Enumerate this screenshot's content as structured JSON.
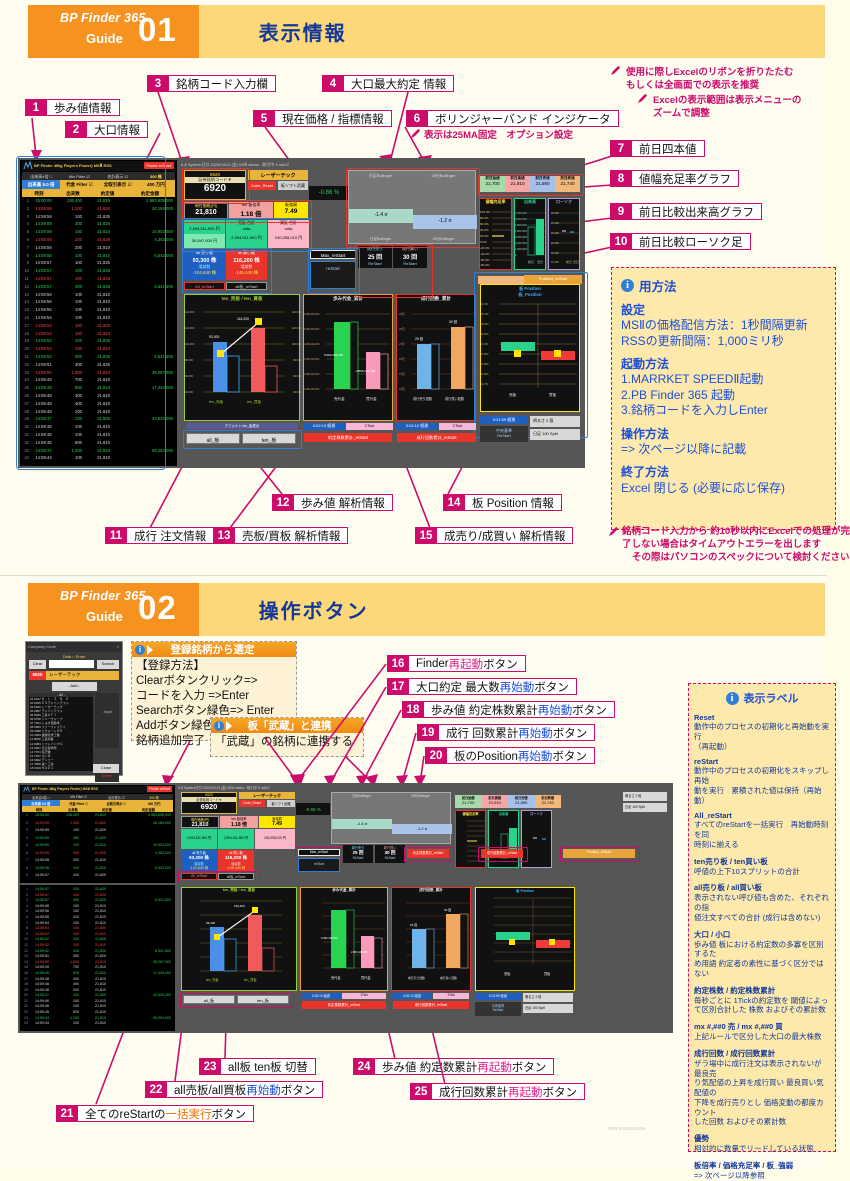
{
  "sections": [
    {
      "brand": "BP Finder 365",
      "guide_label": "Guide",
      "guide_number": "01",
      "title": "表示情報"
    },
    {
      "brand": "BP Finder 365",
      "guide_label": "Guide",
      "guide_number": "02",
      "title": "操作ボタン"
    }
  ],
  "callouts_01": [
    {
      "no": "1",
      "text": "歩み値情報"
    },
    {
      "no": "2",
      "text": "大口情報"
    },
    {
      "no": "3",
      "text": "銘柄コード入力欄"
    },
    {
      "no": "4",
      "text": "大口最大約定 情報"
    },
    {
      "no": "5",
      "text": "現在価格 / 指標情報"
    },
    {
      "no": "6",
      "text": "ボリンジャーバンド インジケータ"
    },
    {
      "no": "7",
      "text": "前日四本値"
    },
    {
      "no": "8",
      "text": "値幅充足率グラフ"
    },
    {
      "no": "9",
      "text": "前日比較出来高グラフ"
    },
    {
      "no": "10",
      "text": "前日比較ローソク足"
    },
    {
      "no": "11",
      "text": "成行 注文情報"
    },
    {
      "no": "12",
      "text": "歩み値 解析情報"
    },
    {
      "no": "13",
      "text": "売板/買板 解析情報"
    },
    {
      "no": "14",
      "text": "板 Position 情報"
    },
    {
      "no": "15",
      "text": "成売り/成買い 解析情報"
    }
  ],
  "callouts_02": [
    {
      "no": "16",
      "text": "Finder ",
      "accent": "再起動",
      "accent_color": "pink",
      "tail": "ボタン"
    },
    {
      "no": "17",
      "text": "大口約定 最大数 ",
      "accent": "再始動",
      "accent_color": "blue",
      "tail": "ボタン"
    },
    {
      "no": "18",
      "text": "歩み値 約定株数累計 ",
      "accent": "再始動",
      "accent_color": "blue",
      "tail": "ボタン"
    },
    {
      "no": "19",
      "text": "成行 回数累計 ",
      "accent": "再始動",
      "accent_color": "blue",
      "tail": "ボタン"
    },
    {
      "no": "20",
      "text": "板のPosition ",
      "accent": "再始動",
      "accent_color": "blue",
      "tail": "ボタン"
    },
    {
      "no": "21",
      "text": "全てのreStartの ",
      "accent": "一括実行",
      "accent_color": "orange",
      "tail": "ボタン"
    },
    {
      "no": "22",
      "text": "all売板/all買板 ",
      "accent": "再始動",
      "accent_color": "blue",
      "tail": "ボタン"
    },
    {
      "no": "23",
      "text": "all板 ten板 切替",
      "accent": "",
      "accent_color": "",
      "tail": ""
    },
    {
      "no": "24",
      "text": "歩み値 約定数累計 ",
      "accent": "再起動",
      "accent_color": "pink",
      "tail": "ボタン"
    },
    {
      "no": "25",
      "text": "成行回数累計 ",
      "accent": "再起動",
      "accent_color": "pink",
      "tail": "ボタン"
    }
  ],
  "pen_notes_01": [
    "使用に際しExcelのリボンを折りたたむ",
    "もしくは全画面での表示を推奨",
    "Excelの表示範囲は表示メニューの",
    "ズームで調整",
    "表示は25MA固定　オプション設定"
  ],
  "pen_notes_bottom_01": [
    "銘柄コード入力から 約10秒以内にExcelでの処理が完",
    "了しない場合はタイムアウトエラーを出します",
    "その際はパソコンのスペックについて検討ください"
  ],
  "info_01": {
    "heading": "用方法",
    "blocks": [
      {
        "title": "設定",
        "lines": [
          "MSⅡの価格配信方法：1秒間隔更新",
          "RSSの更新間隔：1,000ミリ秒"
        ]
      },
      {
        "title": "起動方法",
        "lines": [
          " 1.MARRKET SPEEDⅡ起動",
          " 2.PB Finder 365 起動",
          " 3.銘柄コードを入力しEnter"
        ]
      },
      {
        "title": "操作方法",
        "lines": [
          " => 次ページ以降に記載"
        ]
      },
      {
        "title": "終了方法",
        "lines": [
          " Excel 閉じる (必要に応じ保存)"
        ]
      }
    ]
  },
  "info_02": {
    "heading": "表示ラベル",
    "blocks": [
      {
        "title": "Reset",
        "lines": [
          "動作中のプロセスの初期化と再始動を実行",
          "（再起動）"
        ]
      },
      {
        "title": "reStart",
        "lines": [
          "動作中のプロセスの初期化をスキップし再始",
          "動を実行　累積された値は保持（再始動）"
        ]
      },
      {
        "title": "All_reStart",
        "lines": [
          "すべてのreStartを一括実行　再始動時刻を同",
          "時刻に揃える"
        ]
      },
      {
        "title": "ten売り板 / ten買い板",
        "lines": [
          "呼値の上下10スプリットの合計"
        ]
      },
      {
        "title": "all売り板 / all買い板",
        "lines": [
          "表示されない呼び値も含めた、それぞれの指",
          "値注文すべての合計 (成行は含めない)"
        ]
      },
      {
        "title": "大口 / 小口",
        "lines": [
          "歩み値 板における約定数の多寡を区別するた",
          "め用語 約定者の素性に基づく区分ではない"
        ]
      },
      {
        "title": "約定株数 / 約定株数累計",
        "lines": [
          "毎秒ごとに 1Tickの約定数を 閾値によっ",
          "て区別合計した 株数 およびその累計数"
        ]
      },
      {
        "title": "mx #,##0 売 / mx #,##0 買",
        "lines": [
          "上記ルールで区分した大口の最大株数"
        ]
      },
      {
        "title": "成行回数 / 成行回数累計",
        "lines": [
          "ザラ場中に成行注文は表示されないが 最良売",
          "り気配値の上昇を成行買い 最良買い気配値の",
          "下降を成行売りとし 価格変動の都度カウント",
          "した回数 およびその累計数"
        ]
      },
      {
        "title": "優勢",
        "lines": [
          "相対的に数量でリードしている状態"
        ]
      },
      {
        "title": "板倍率 / 価格充足率 / 板_強弱",
        "lines": [
          " => 次ページ以降参照"
        ]
      }
    ]
  },
  "pop_registered": {
    "header": "登録銘柄から選定",
    "lines": [
      "【登録方法】",
      "Clearボタンクリック=>",
      "コードを入力 =>Enter",
      "Searchボタン緑色=> Enter",
      "Addボタン緑色=> Enter",
      "銘柄追加完了"
    ]
  },
  "pop_musashi": {
    "header": "板「武蔵」と連携",
    "lines": [
      "「武蔵」の銘柄に連携する"
    ]
  },
  "app": {
    "title_bar": "h-8 System日付 2023/04/13 (金)     MSⅡ status : 取引中                          9 ualX2",
    "code_label": "証券銘柄コード▼",
    "code_value": "6920",
    "code_top": "6920",
    "laser_tec": "レーザーテック",
    "musashi": "板ソフト武蔵",
    "current_price_label": "現在価格(円)",
    "current_price": "21,810",
    "ita_bairitsu_label": "ten 板倍率",
    "ita_bairitsu": "1.18 倍",
    "kabu_label": "板強弱",
    "kabu": "7.49",
    "pct": "-0.86 %",
    "sell_total": "2,994,511,900 円",
    "buy_total": "240,055,010 円",
    "mid_total": "30,547,000 円",
    "orders_sell_label": "all 売り板",
    "orders_sell": "93,300 株",
    "orders_buy_label": "all 買い板",
    "orders_buy": "116,200 株",
    "orders_sell_delta": "-104,640 株",
    "orders_buy_delta": "-145,440 株",
    "max_restart": "Max_reStart",
    "restart": "reStart",
    "all_restart": "All_reStart",
    "all_ita_restart": "all板_reStart",
    "cum_restart": "約定株数累計_reStart",
    "count_restart": "成行回数累計_reStart",
    "position_restart": "Position_reStart",
    "naru_sell_count": "25 回",
    "naru_buy_count": "30 回",
    "prev_ohlc_labels": [
      "前日始値",
      "前日高値",
      "前日安値",
      "前日終値"
    ],
    "prev_ohlc_values": [
      "21,700",
      "21,910",
      "21,590",
      "21,740"
    ],
    "chart1_title": "ten_売板 / ten_買板",
    "chart1_x": [
      "ten_売板",
      "ten_買板"
    ],
    "chart2_title": "歩み代金_累計",
    "chart2_x": [
      "売代金",
      "買代金"
    ],
    "chart2_v1": "5,082,449,000",
    "chart2_v2": "2,860,446,000",
    "chart3_title": "成行回数_累計",
    "chart3_x": [
      "成行売り回数",
      "成行買い回数"
    ],
    "chart4_title": "値幅充足率",
    "chart5_title": "出来高",
    "chart5_x": [
      "前日",
      "当日"
    ],
    "chart6_title": "ローソク",
    "chart6_x": [
      "前日",
      "当日"
    ],
    "chart7_title": "板 Position",
    "chart7_sub": "板_Position",
    "chart7_x": [
      "売板",
      "買板"
    ],
    "btn_all_ita": "all_板",
    "btn_ten_ita": "ten_板",
    "timer1": "0:02:13 経過",
    "timer2": "0:02:12 経過",
    "timer3": "0:21:59 経過",
    "bollinger_labels": [
      "日足Bollinger",
      "25分Bollinger"
    ],
    "bollinger_vals": [
      "-1.4 σ",
      "-1.2 σ"
    ],
    "boll_footer": [
      "日足Bollinger",
      "25分Bollinger"
    ],
    "select1": "明るさ 2 段",
    "select2": "日足 100 Split",
    "nakane_restart": "中央基準\nReStart",
    "watermark": "VER-20230413-04"
  },
  "ayumi_rows": [
    {
      "t": "15:00:00",
      "q": "136,400",
      "p": "21,810",
      "a": "2,983,608,000",
      "pc": "g"
    },
    {
      "t": "14:59:59",
      "q": "1,200",
      "p": "21,820",
      "a": "26,184,000",
      "pc": "r"
    },
    {
      "t": "14:59:59",
      "q": "100",
      "p": "21,825",
      "a": "",
      "pc": "w"
    },
    {
      "t": "14:59:59",
      "q": "300",
      "p": "21,825",
      "a": "",
      "pc": "g"
    },
    {
      "t": "14:59:59",
      "q": "100",
      "p": "21,810",
      "a": "10,903,000",
      "pc": "g"
    },
    {
      "t": "14:59:59",
      "q": "200",
      "p": "21,825",
      "a": "4,363,000",
      "pc": "r"
    },
    {
      "t": "14:59:58",
      "q": "200",
      "p": "21,810",
      "a": "",
      "pc": "w"
    },
    {
      "t": "14:59:58",
      "q": "100",
      "p": "21,810",
      "a": "6,543,000",
      "pc": "g"
    },
    {
      "t": "14:59:57",
      "q": "100",
      "p": "21,825",
      "a": "",
      "pc": "w"
    },
    {
      "t": "14:59:57",
      "q": "100",
      "p": "21,825",
      "a": "",
      "pc": "g"
    },
    {
      "t": "14:59:57",
      "q": "100",
      "p": "21,825",
      "a": "",
      "pc": "r"
    },
    {
      "t": "14:59:57",
      "q": "300",
      "p": "21,825",
      "a": "6,541,500",
      "pc": "g"
    },
    {
      "t": "14:59:56",
      "q": "100",
      "p": "21,810",
      "a": "",
      "pc": "w"
    },
    {
      "t": "14:59:56",
      "q": "100",
      "p": "21,810",
      "a": "",
      "pc": "w"
    },
    {
      "t": "14:59:55",
      "q": "100",
      "p": "21,810",
      "a": "",
      "pc": "w"
    },
    {
      "t": "14:59:54",
      "q": "100",
      "p": "21,810",
      "a": "",
      "pc": "w"
    },
    {
      "t": "14:59:53",
      "q": "100",
      "p": "21,800",
      "a": "",
      "pc": "r"
    },
    {
      "t": "14:59:53",
      "q": "100",
      "p": "21,810",
      "a": "",
      "pc": "r"
    },
    {
      "t": "14:59:52",
      "q": "100",
      "p": "21,825",
      "a": "",
      "pc": "g"
    },
    {
      "t": "14:59:52",
      "q": "100",
      "p": "21,810",
      "a": "",
      "pc": "r"
    },
    {
      "t": "14:59:52",
      "q": "300",
      "p": "21,825",
      "a": "6,541,500",
      "pc": "g"
    },
    {
      "t": "14:59:51",
      "q": "300",
      "p": "21,825",
      "a": "",
      "pc": "w"
    },
    {
      "t": "14:59:50",
      "q": "1,800",
      "p": "21,810",
      "a": "39,267,000",
      "pc": "r"
    },
    {
      "t": "14:59:49",
      "q": "700",
      "p": "21,810",
      "a": "",
      "pc": "w"
    },
    {
      "t": "14:59:48",
      "q": "800",
      "p": "21,810",
      "a": "17,444,000",
      "pc": "g"
    },
    {
      "t": "14:59:48",
      "q": "300",
      "p": "21,810",
      "a": "",
      "pc": "w"
    },
    {
      "t": "14:59:48",
      "q": "400",
      "p": "21,810",
      "a": "",
      "pc": "w"
    },
    {
      "t": "14:59:48",
      "q": "200",
      "p": "21,810",
      "a": "",
      "pc": "w"
    },
    {
      "t": "14:59:47",
      "q": "100",
      "p": "21,800",
      "a": "43,620,000",
      "pc": "g"
    },
    {
      "t": "14:59:46",
      "q": "100",
      "p": "21,810",
      "a": "",
      "pc": "w"
    },
    {
      "t": "14:59:46",
      "q": "100",
      "p": "21,810",
      "a": "",
      "pc": "w"
    },
    {
      "t": "14:59:45",
      "q": "600",
      "p": "21,810",
      "a": "",
      "pc": "w"
    },
    {
      "t": "14:59:44",
      "q": "1,200",
      "p": "21,810",
      "a": "99,254,000",
      "pc": "g"
    },
    {
      "t": "14:59:44",
      "q": "100",
      "p": "21,810",
      "a": "",
      "pc": "w"
    }
  ],
  "dialog": {
    "title": "Company Code",
    "enter_label": "Data = Enter",
    "clear": "Clear",
    "search": "Search",
    "code": "6920",
    "name": "レーザーテック",
    "add": "- Add -",
    "input": "- Input",
    "delete": "Delete",
    "close": "Close",
    "all": "- All -",
    "rows": [
      "01  9107  Ｋ　Ｌ　Ｉ　Ｎ　Ｅ",
      "02  8035  ＥＳアドバンテスト",
      "03  6920  レーザーテック",
      "04  6857  アドバンテスト",
      "05  8306  三菱ＵＦＪ",
      "06  6758  ソニーグループ",
      "07  7203  トヨタ自動車",
      "08  9983  ファーストリテイ",
      "09  6098  リクルートＨＤ",
      "10  4063  信越化学工業",
      "11  8058  三菱商事",
      "12  9984  ソフトバンクＧ",
      "13  6501  日立製作所",
      "14  7974  任天堂",
      "15  7267  ホンダ",
      "16  6902  デンソー",
      "17  4568  第一三共",
      "18  9433  ＫＤＤＩ"
    ]
  },
  "colors": {
    "accent_magenta": "#cc0b6b",
    "banner_orange": "#f59220",
    "banner_yellow": "#fcd87a",
    "title_blue": "#14389a",
    "info_bg": "#fde9ab"
  }
}
